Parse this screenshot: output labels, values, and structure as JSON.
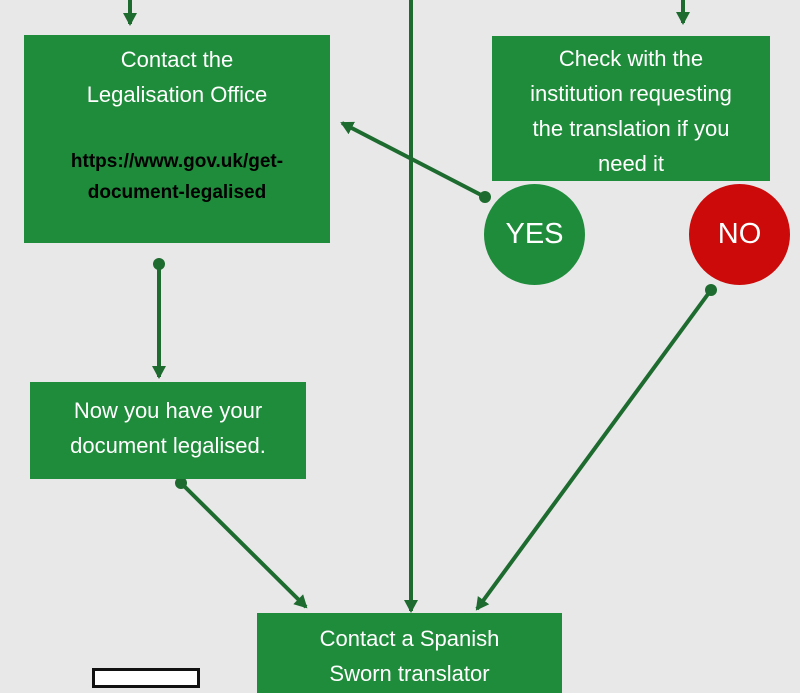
{
  "boxes": {
    "legalisation_office": {
      "line1": "Contact the",
      "line2": "Legalisation Office",
      "url_line1": "https://www.gov.uk/get-",
      "url_line2": "document-legalised"
    },
    "check_institution": {
      "line1": "Check with the",
      "line2": "institution requesting",
      "line3": "the translation if you",
      "line4": "need it"
    },
    "document_legalised": {
      "line1": "Now you have your",
      "line2": "document legalised."
    },
    "sworn_translator": {
      "line1": "Contact a Spanish",
      "line2": "Sworn translator"
    }
  },
  "decisions": {
    "yes": "YES",
    "no": "NO"
  },
  "colors": {
    "background": "#e8e8e8",
    "box_green": "#1f8c3b",
    "arrow_green": "#1e6b30",
    "yes_green": "#1f8c3b",
    "no_red": "#cc0a0a"
  }
}
